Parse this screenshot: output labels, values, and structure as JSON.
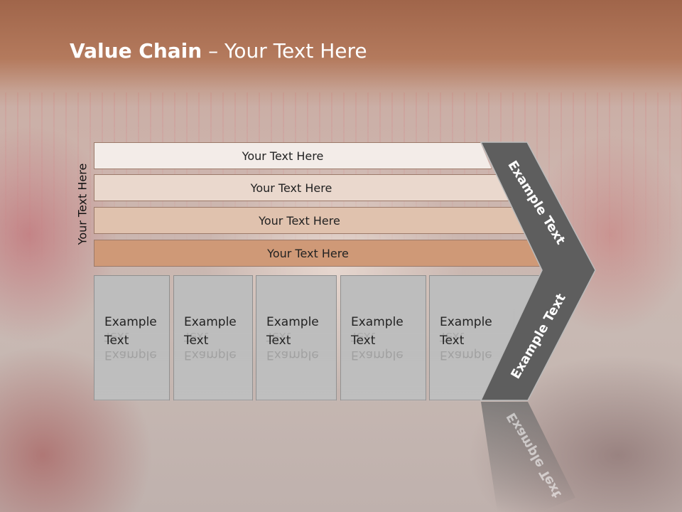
{
  "slide": {
    "title_bold": "Value Chain",
    "title_rest": " – Your Text Here",
    "side_label": "Your Text Here",
    "rows": [
      {
        "label": "Your Text Here",
        "color": "#f3ece8"
      },
      {
        "label": "Your Text Here",
        "color": "#ead8cd"
      },
      {
        "label": "Your Text Here",
        "color": "#e0c2ae"
      },
      {
        "label": "Your Text Here",
        "color": "#cf9977"
      }
    ],
    "cards": [
      {
        "line1": "Example",
        "line2": "Text"
      },
      {
        "line1": "Example",
        "line2": "Text"
      },
      {
        "line1": "Example",
        "line2": "Text"
      },
      {
        "line1": "Example",
        "line2": "Text"
      },
      {
        "line1": "Example",
        "line2": "Text"
      }
    ],
    "chevron_top_label": "Example Text",
    "chevron_bottom_label": "Example Text",
    "colors": {
      "header": "#b47a5d",
      "chevron": "#5e5e5e",
      "card": "#bdbdbd"
    }
  }
}
